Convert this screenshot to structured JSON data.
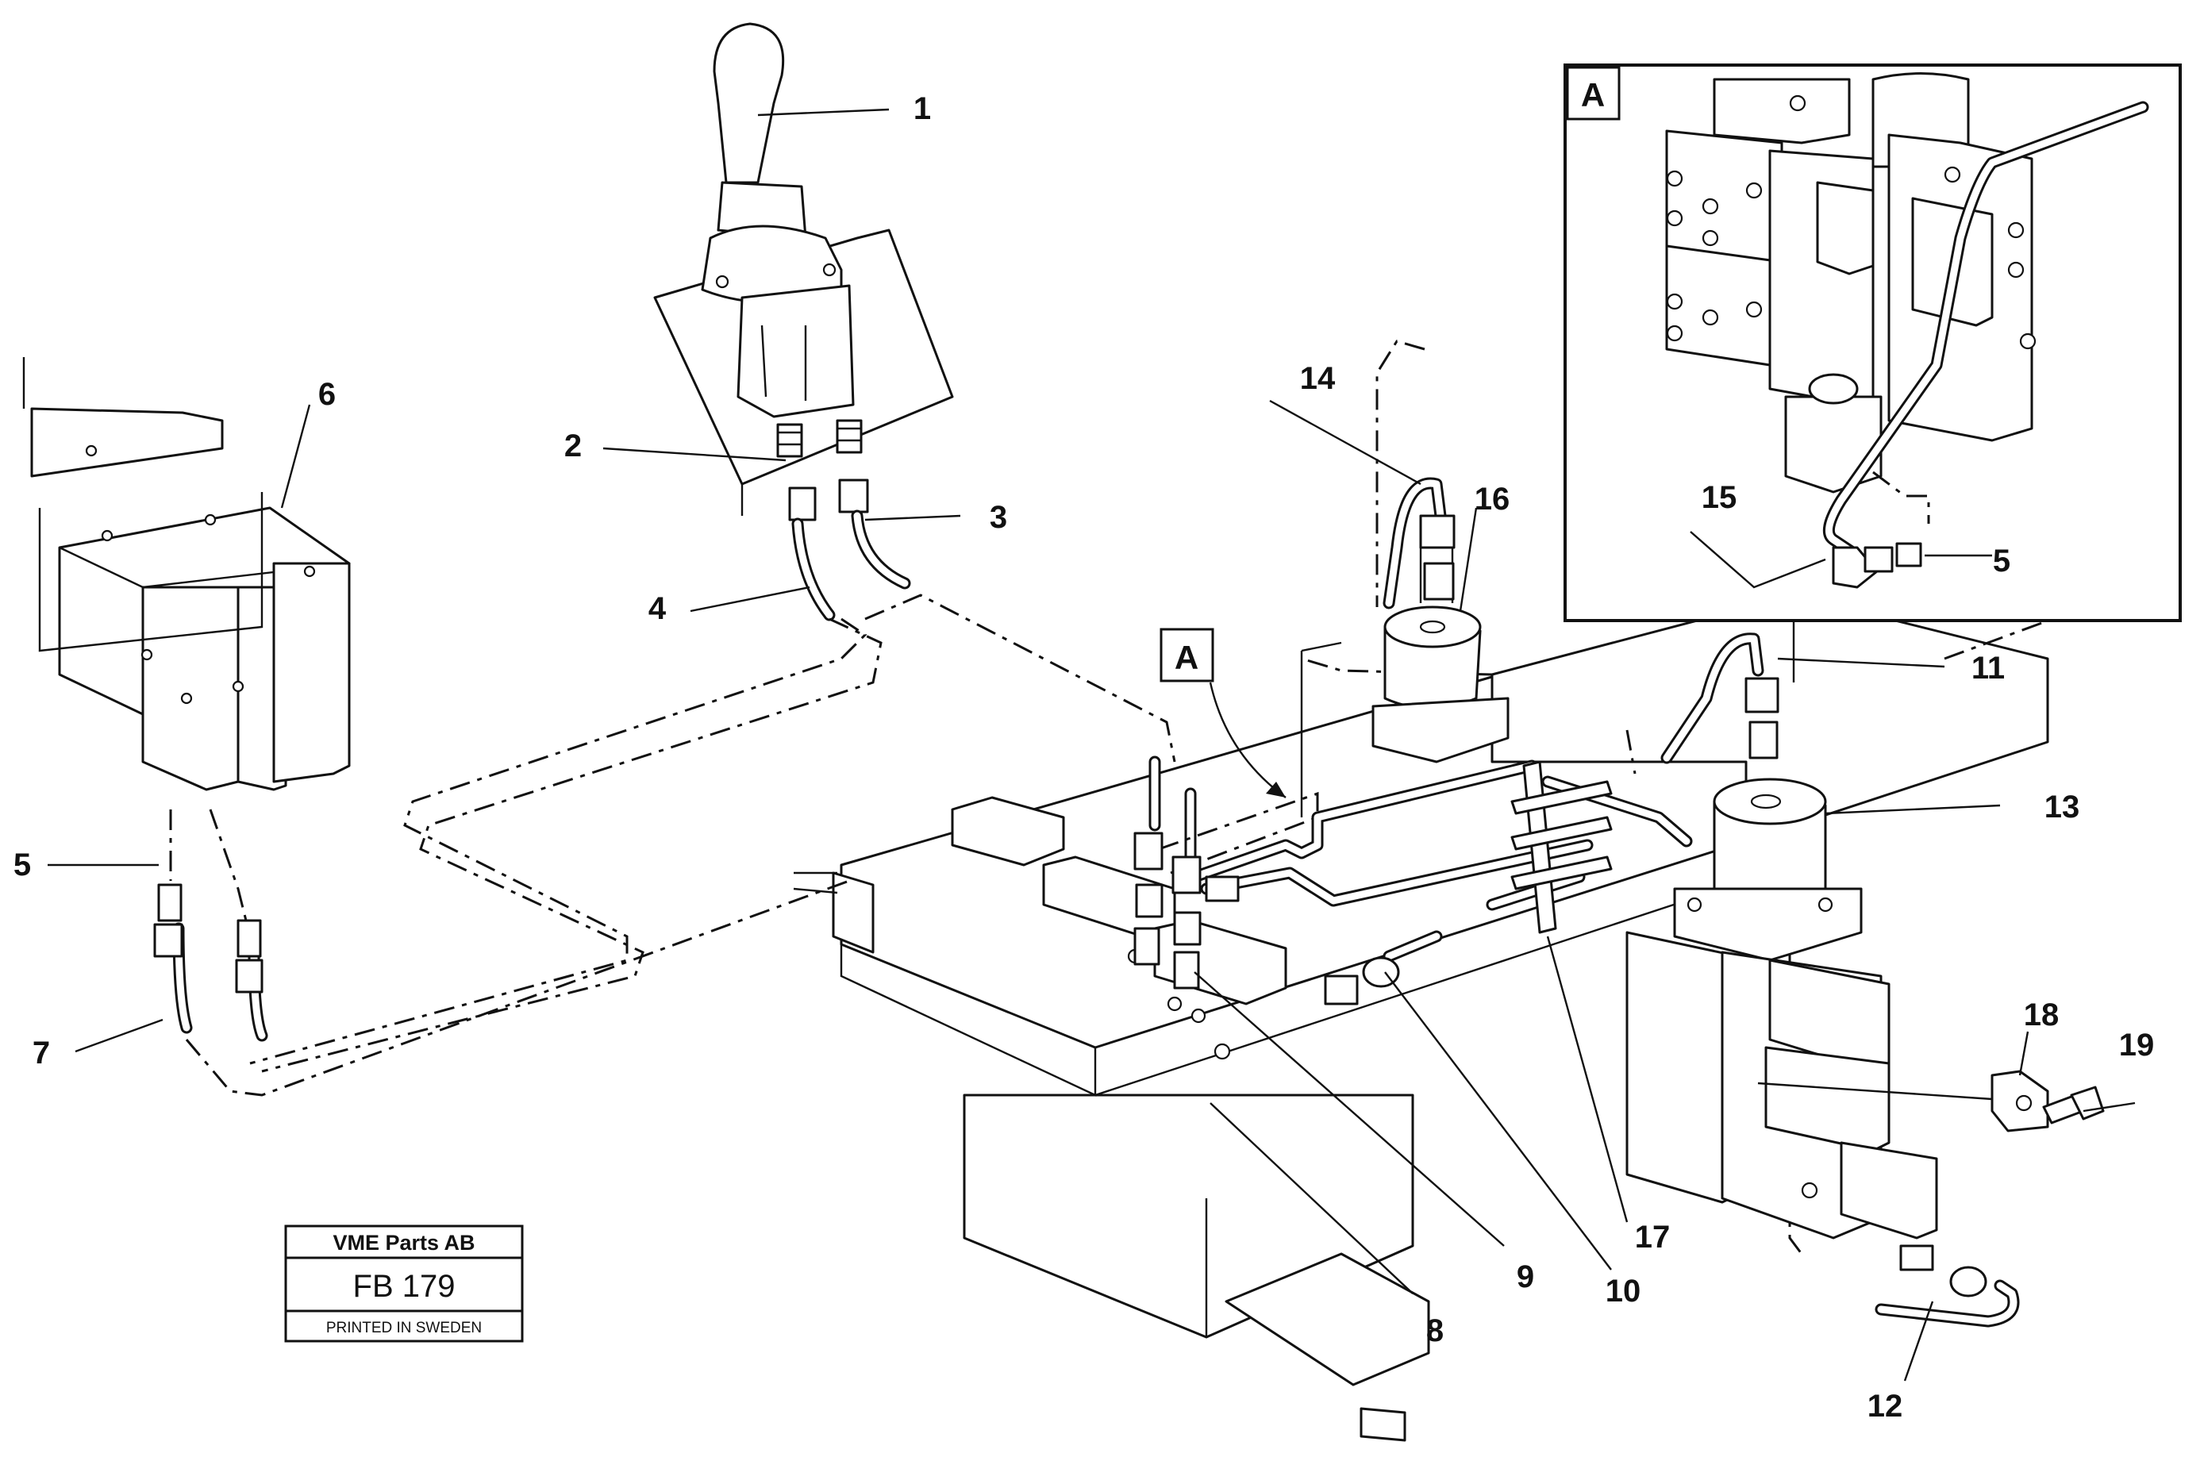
{
  "callouts": {
    "c1": "1",
    "c2": "2",
    "c3": "3",
    "c4": "4",
    "c5": "5",
    "c5b": "5",
    "c6": "6",
    "c7": "7",
    "c8": "8",
    "c9": "9",
    "c10": "10",
    "c11": "11",
    "c12": "12",
    "c13": "13",
    "c14": "14",
    "c15": "15",
    "c16": "16",
    "c17": "17",
    "c18": "18",
    "c19": "19"
  },
  "detail_flag": "A",
  "detail_view_label": "A",
  "title_block": {
    "company": "VME Parts AB",
    "code": "FB 179",
    "footer": "PRINTED IN SWEDEN"
  }
}
